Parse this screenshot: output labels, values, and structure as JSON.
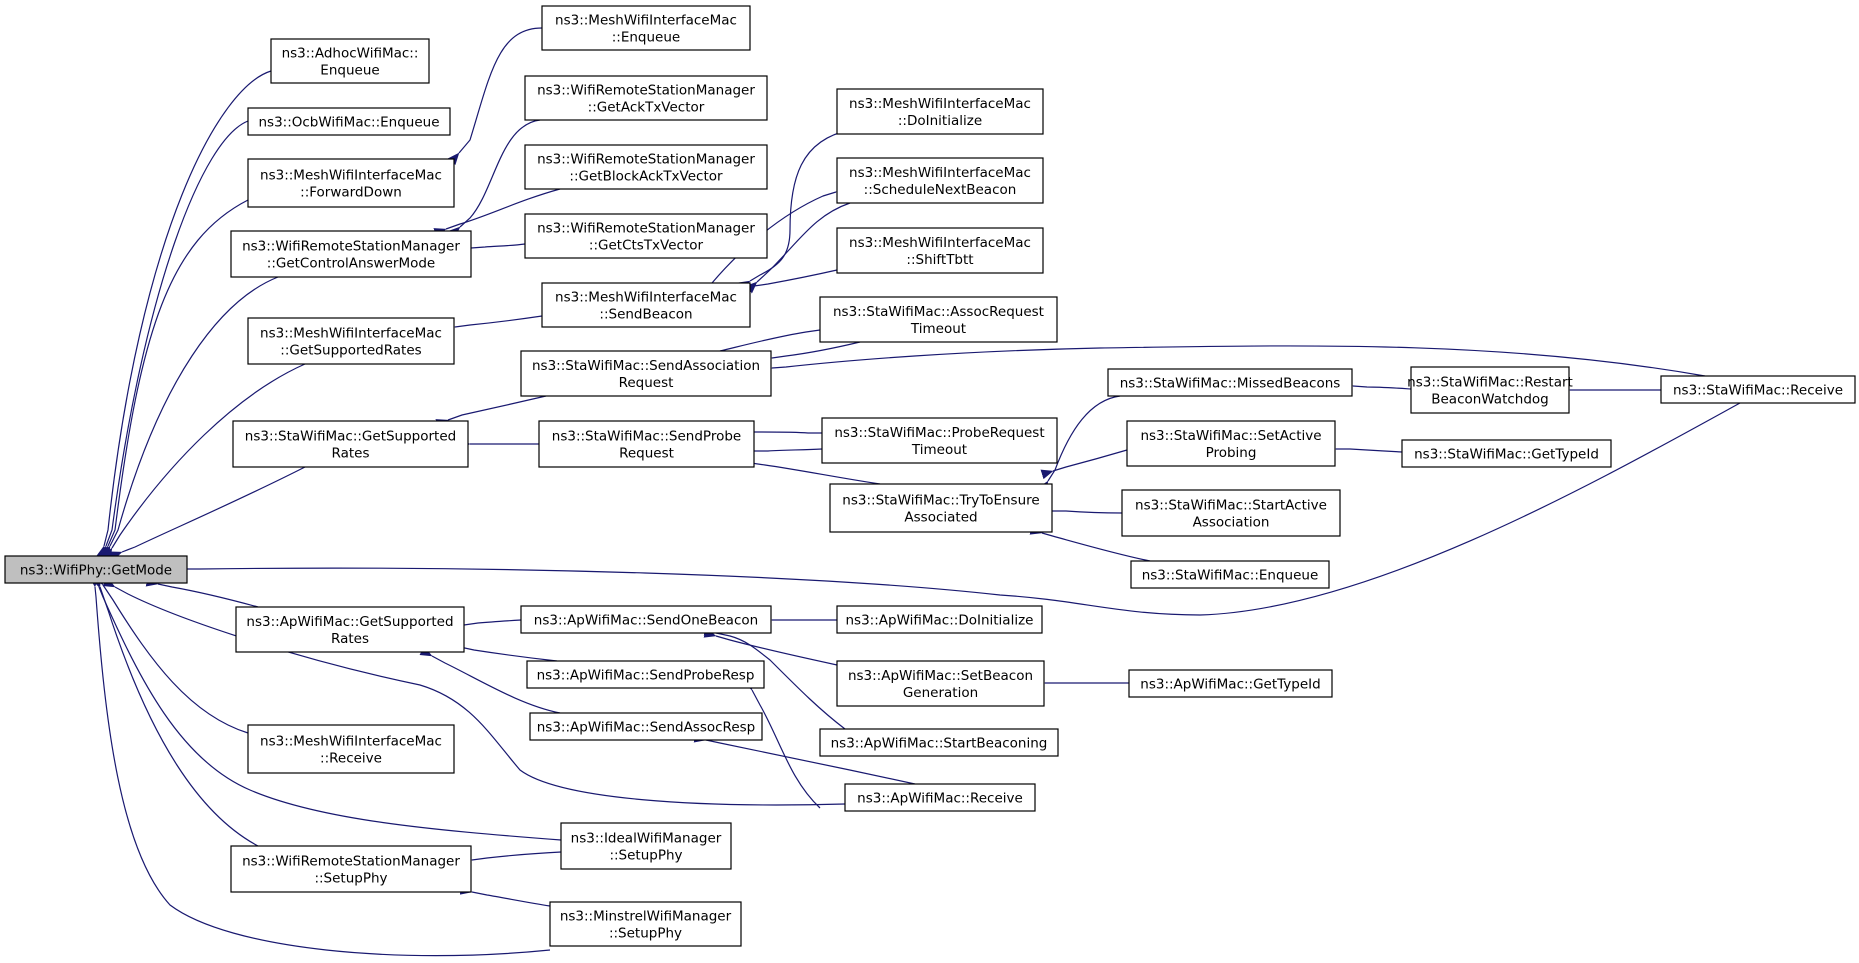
{
  "graph": {
    "colors": {
      "edge": "#191970",
      "root_fill": "#bfbfbf",
      "node_fill": "#ffffff",
      "node_border": "#000000"
    },
    "nodes": [
      {
        "id": "getmode",
        "lines": [
          "ns3::WifiPhy::GetMode"
        ],
        "root": true
      },
      {
        "id": "adhoc_enq",
        "lines": [
          "ns3::AdhocWifiMac::",
          "Enqueue"
        ]
      },
      {
        "id": "ocb_enq",
        "lines": [
          "ns3::OcbWifiMac::Enqueue"
        ]
      },
      {
        "id": "mesh_fwd",
        "lines": [
          "ns3::MeshWifiInterfaceMac",
          "::ForwardDown"
        ]
      },
      {
        "id": "wrsm_gcam",
        "lines": [
          "ns3::WifiRemoteStationManager",
          "::GetControlAnswerMode"
        ]
      },
      {
        "id": "mesh_gsr",
        "lines": [
          "ns3::MeshWifiInterfaceMac",
          "::GetSupportedRates"
        ]
      },
      {
        "id": "sta_gsr",
        "lines": [
          "ns3::StaWifiMac::GetSupported",
          "Rates"
        ]
      },
      {
        "id": "ap_gsr",
        "lines": [
          "ns3::ApWifiMac::GetSupported",
          "Rates"
        ]
      },
      {
        "id": "mesh_recv",
        "lines": [
          "ns3::MeshWifiInterfaceMac",
          "::Receive"
        ]
      },
      {
        "id": "wrsm_setup",
        "lines": [
          "ns3::WifiRemoteStationManager",
          "::SetupPhy"
        ]
      },
      {
        "id": "mesh_enq",
        "lines": [
          "ns3::MeshWifiInterfaceMac",
          "::Enqueue"
        ]
      },
      {
        "id": "wrsm_ack",
        "lines": [
          "ns3::WifiRemoteStationManager",
          "::GetAckTxVector"
        ]
      },
      {
        "id": "wrsm_back",
        "lines": [
          "ns3::WifiRemoteStationManager",
          "::GetBlockAckTxVector"
        ]
      },
      {
        "id": "wrsm_cts",
        "lines": [
          "ns3::WifiRemoteStationManager",
          "::GetCtsTxVector"
        ]
      },
      {
        "id": "mesh_sendb",
        "lines": [
          "ns3::MeshWifiInterfaceMac",
          "::SendBeacon"
        ]
      },
      {
        "id": "sta_sendassoc",
        "lines": [
          "ns3::StaWifiMac::SendAssociation",
          "Request"
        ]
      },
      {
        "id": "sta_sendprobe",
        "lines": [
          "ns3::StaWifiMac::SendProbe",
          "Request"
        ]
      },
      {
        "id": "ap_sendone",
        "lines": [
          "ns3::ApWifiMac::SendOneBeacon"
        ]
      },
      {
        "id": "ap_sendprobe",
        "lines": [
          "ns3::ApWifiMac::SendProbeResp"
        ]
      },
      {
        "id": "ap_sendassoc",
        "lines": [
          "ns3::ApWifiMac::SendAssocResp"
        ]
      },
      {
        "id": "ideal_setup",
        "lines": [
          "ns3::IdealWifiManager",
          "::SetupPhy"
        ]
      },
      {
        "id": "minstrel_setup",
        "lines": [
          "ns3::MinstrelWifiManager",
          "::SetupPhy"
        ]
      },
      {
        "id": "mesh_doinit",
        "lines": [
          "ns3::MeshWifiInterfaceMac",
          "::DoInitialize"
        ]
      },
      {
        "id": "mesh_sched",
        "lines": [
          "ns3::MeshWifiInterfaceMac",
          "::ScheduleNextBeacon"
        ]
      },
      {
        "id": "mesh_shift",
        "lines": [
          "ns3::MeshWifiInterfaceMac",
          "::ShiftTbtt"
        ]
      },
      {
        "id": "sta_assocto",
        "lines": [
          "ns3::StaWifiMac::AssocRequest",
          "Timeout"
        ]
      },
      {
        "id": "sta_probeto",
        "lines": [
          "ns3::StaWifiMac::ProbeRequest",
          "Timeout"
        ]
      },
      {
        "id": "sta_try",
        "lines": [
          "ns3::StaWifiMac::TryToEnsure",
          "Associated"
        ]
      },
      {
        "id": "ap_doinit",
        "lines": [
          "ns3::ApWifiMac::DoInitialize"
        ]
      },
      {
        "id": "ap_setbeacon",
        "lines": [
          "ns3::ApWifiMac::SetBeacon",
          "Generation"
        ]
      },
      {
        "id": "ap_startb",
        "lines": [
          "ns3::ApWifiMac::StartBeaconing"
        ]
      },
      {
        "id": "ap_recv",
        "lines": [
          "ns3::ApWifiMac::Receive"
        ]
      },
      {
        "id": "sta_missed",
        "lines": [
          "ns3::StaWifiMac::MissedBeacons"
        ]
      },
      {
        "id": "sta_setactive",
        "lines": [
          "ns3::StaWifiMac::SetActive",
          "Probing"
        ]
      },
      {
        "id": "sta_startactive",
        "lines": [
          "ns3::StaWifiMac::StartActive",
          "Association"
        ]
      },
      {
        "id": "sta_enq",
        "lines": [
          "ns3::StaWifiMac::Enqueue"
        ]
      },
      {
        "id": "ap_gettype",
        "lines": [
          "ns3::ApWifiMac::GetTypeId"
        ]
      },
      {
        "id": "sta_restart",
        "lines": [
          "ns3::StaWifiMac::Restart",
          "BeaconWatchdog"
        ]
      },
      {
        "id": "sta_gettype",
        "lines": [
          "ns3::StaWifiMac::GetTypeId"
        ]
      },
      {
        "id": "sta_recv",
        "lines": [
          "ns3::StaWifiMac::Receive"
        ]
      }
    ],
    "edges": [
      {
        "from": "adhoc_enq",
        "to": "getmode"
      },
      {
        "from": "ocb_enq",
        "to": "getmode"
      },
      {
        "from": "mesh_fwd",
        "to": "getmode"
      },
      {
        "from": "wrsm_gcam",
        "to": "getmode"
      },
      {
        "from": "mesh_gsr",
        "to": "getmode"
      },
      {
        "from": "sta_gsr",
        "to": "getmode"
      },
      {
        "from": "ap_gsr",
        "to": "getmode"
      },
      {
        "from": "mesh_recv",
        "to": "getmode"
      },
      {
        "from": "wrsm_setup",
        "to": "getmode"
      },
      {
        "from": "ideal_setup",
        "to": "getmode"
      },
      {
        "from": "minstrel_setup",
        "to": "getmode"
      },
      {
        "from": "ap_recv",
        "to": "getmode"
      },
      {
        "from": "sta_recv",
        "to": "getmode"
      },
      {
        "from": "mesh_enq",
        "to": "mesh_fwd"
      },
      {
        "from": "wrsm_ack",
        "to": "wrsm_gcam"
      },
      {
        "from": "wrsm_back",
        "to": "wrsm_gcam"
      },
      {
        "from": "wrsm_cts",
        "to": "wrsm_gcam"
      },
      {
        "from": "mesh_sendb",
        "to": "mesh_gsr"
      },
      {
        "from": "sta_sendassoc",
        "to": "sta_gsr"
      },
      {
        "from": "sta_sendprobe",
        "to": "sta_gsr"
      },
      {
        "from": "ap_sendone",
        "to": "ap_gsr"
      },
      {
        "from": "ap_sendprobe",
        "to": "ap_gsr"
      },
      {
        "from": "ap_sendassoc",
        "to": "ap_gsr"
      },
      {
        "from": "ideal_setup",
        "to": "wrsm_setup"
      },
      {
        "from": "minstrel_setup",
        "to": "wrsm_setup"
      },
      {
        "from": "mesh_doinit",
        "to": "mesh_sendb"
      },
      {
        "from": "mesh_sched",
        "to": "mesh_sendb"
      },
      {
        "from": "mesh_shift",
        "to": "mesh_sendb"
      },
      {
        "from": "mesh_sendb",
        "to": "mesh_sched"
      },
      {
        "from": "sta_assocto",
        "to": "sta_sendassoc"
      },
      {
        "from": "sta_recv",
        "to": "sta_sendassoc"
      },
      {
        "from": "sta_sendassoc",
        "to": "sta_assocto"
      },
      {
        "from": "sta_probeto",
        "to": "sta_sendprobe"
      },
      {
        "from": "sta_sendprobe",
        "to": "sta_probeto"
      },
      {
        "from": "sta_try",
        "to": "sta_sendprobe"
      },
      {
        "from": "sta_missed",
        "to": "sta_try"
      },
      {
        "from": "sta_setactive",
        "to": "sta_try"
      },
      {
        "from": "sta_startactive",
        "to": "sta_try"
      },
      {
        "from": "sta_enq",
        "to": "sta_try"
      },
      {
        "from": "ap_doinit",
        "to": "ap_sendone"
      },
      {
        "from": "ap_setbeacon",
        "to": "ap_sendone"
      },
      {
        "from": "ap_startb",
        "to": "ap_sendone"
      },
      {
        "from": "ap_recv",
        "to": "ap_sendprobe"
      },
      {
        "from": "ap_recv",
        "to": "ap_sendassoc"
      },
      {
        "from": "ap_gettype",
        "to": "ap_setbeacon"
      },
      {
        "from": "sta_restart",
        "to": "sta_missed"
      },
      {
        "from": "sta_gettype",
        "to": "sta_setactive"
      },
      {
        "from": "sta_recv",
        "to": "sta_restart"
      }
    ]
  }
}
